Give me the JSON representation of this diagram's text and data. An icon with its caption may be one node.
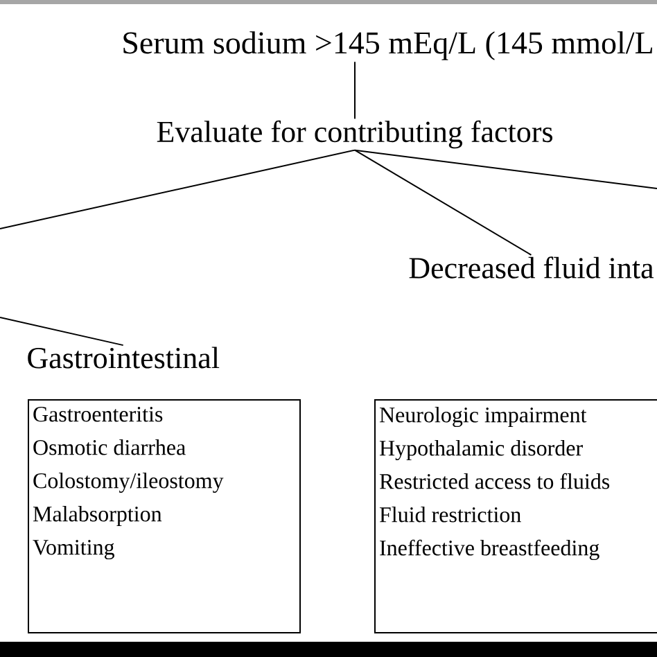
{
  "diagram": {
    "nodes": [
      {
        "text": [
          "Serum sodium >145 mEq/L (145 mmol/L"
        ]
      },
      {
        "text": [
          "Evaluate for contributing factors"
        ]
      },
      {
        "text": [
          "Decreased fluid inta"
        ]
      },
      {
        "text": [
          "Gastrointestinal"
        ]
      },
      {
        "text": [
          "Gastroenteritis",
          "Osmotic diarrhea",
          "Colostomy/ileostomy",
          "Malabsorption",
          "Vomiting"
        ]
      },
      {
        "text": [
          "Neurologic impairment",
          "Hypothalamic disorder",
          "Restricted access to fluids",
          "Fluid restriction",
          "Ineffective breastfeeding"
        ]
      }
    ],
    "edges": [
      {
        "from": 0,
        "to": 1,
        "arrow": "none"
      },
      {
        "from": 1,
        "to": null,
        "arrow": "none"
      },
      {
        "from": 1,
        "to": 2,
        "arrow": "none"
      },
      {
        "from": 1,
        "to": null,
        "arrow": "none"
      },
      {
        "from": null,
        "to": 3,
        "arrow": "none"
      }
    ]
  }
}
